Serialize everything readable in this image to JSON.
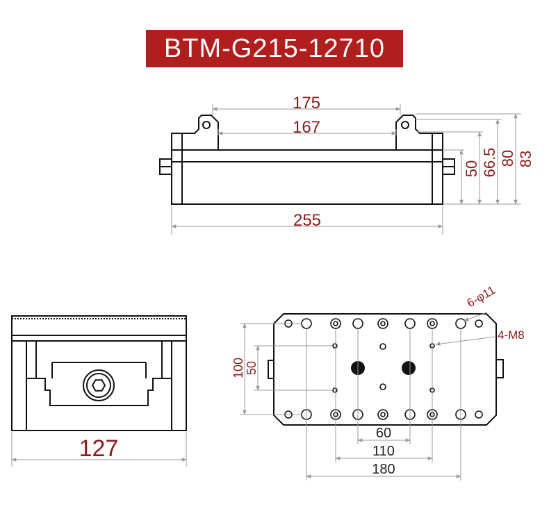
{
  "title": "BTM-G215-12710",
  "front_view": {
    "dim_175": "175",
    "dim_167": "167",
    "dim_255": "255",
    "dim_50": "50",
    "dim_66_5": "66.5",
    "dim_80": "80",
    "dim_83": "83"
  },
  "side_view": {
    "dim_127": "127"
  },
  "top_view": {
    "dim_100": "100",
    "dim_50": "50",
    "dim_60": "60",
    "dim_110": "110",
    "dim_180": "180",
    "label_holes": "6-φ11",
    "label_threads": "4-M8"
  },
  "colors": {
    "accent": "#b01e1e",
    "dimension_text": "#8b1a1a",
    "outline": "#111111",
    "dimension_line": "#999999"
  }
}
